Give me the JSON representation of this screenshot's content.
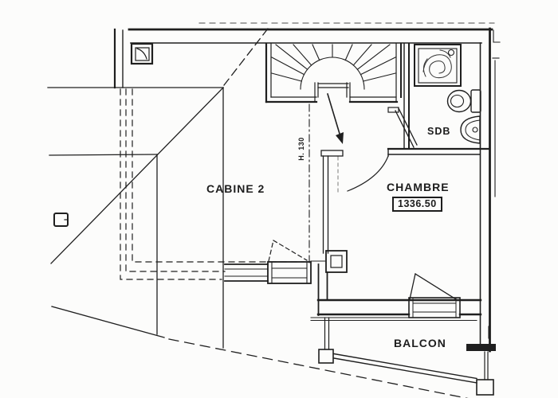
{
  "floor_plan": {
    "rooms": [
      {
        "name": "CABINE 2"
      },
      {
        "name": "CHAMBRE",
        "area_label": "1336.50"
      },
      {
        "name": "SDB"
      },
      {
        "name": "BALCON"
      }
    ],
    "annotations": {
      "height_note": "H. 130"
    },
    "fixtures": [
      "winder-staircase",
      "stair-direction-arrow",
      "shower-tray",
      "toilet",
      "wash-basin",
      "window-cabine",
      "window-chambre",
      "door-swing-chambre",
      "door-swing-balcony",
      "balcony-railing",
      "railing-posts",
      "duct-shaft",
      "electrical-outlet",
      "hatch-panel"
    ],
    "colors": {
      "line": "#1f1f1f",
      "background": "#fcfcfb"
    }
  }
}
